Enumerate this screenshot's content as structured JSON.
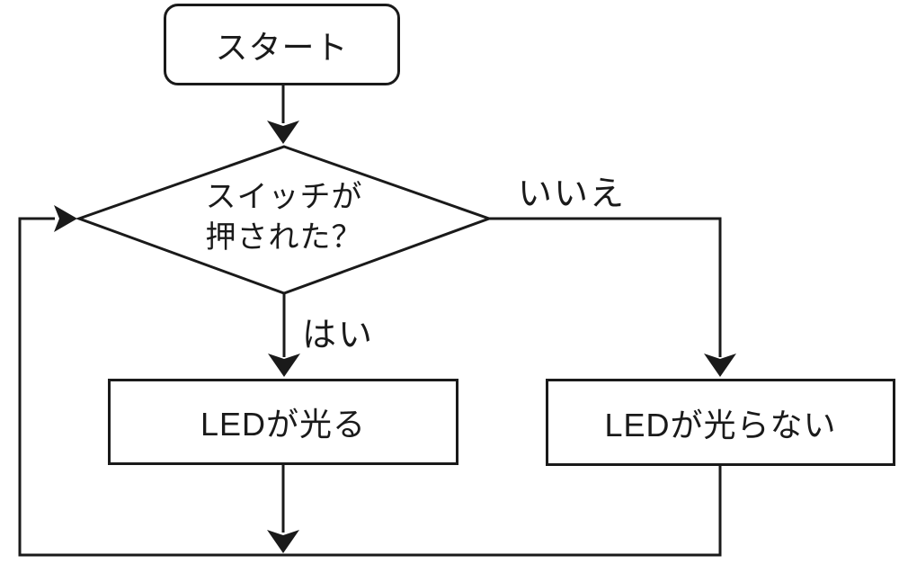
{
  "diagram": {
    "type": "flowchart",
    "background_color": "#ffffff",
    "line_color": "#1a1a1a",
    "shape_fill_color": "#ffffff",
    "nodes": {
      "start": {
        "shape": "rounded-rectangle",
        "label": "スタート"
      },
      "decision": {
        "shape": "diamond",
        "label": "スイッチが押された？",
        "lines": [
          "スイッチが",
          "押された？"
        ]
      },
      "led_on": {
        "shape": "rectangle",
        "label": "LEDが光る"
      },
      "led_off": {
        "shape": "rectangle",
        "label": "LEDが光らない"
      }
    },
    "edge_labels": {
      "yes": "はい",
      "no": "いいえ"
    },
    "edges": [
      {
        "from": "start",
        "to": "decision",
        "label": ""
      },
      {
        "from": "decision",
        "to": "led_on",
        "label": "はい"
      },
      {
        "from": "decision",
        "to": "led_off",
        "label": "いいえ"
      },
      {
        "from": "led_on",
        "to": "merge",
        "label": ""
      },
      {
        "from": "led_off",
        "to": "merge",
        "label": ""
      },
      {
        "from": "merge",
        "to": "decision",
        "label": ""
      }
    ]
  }
}
